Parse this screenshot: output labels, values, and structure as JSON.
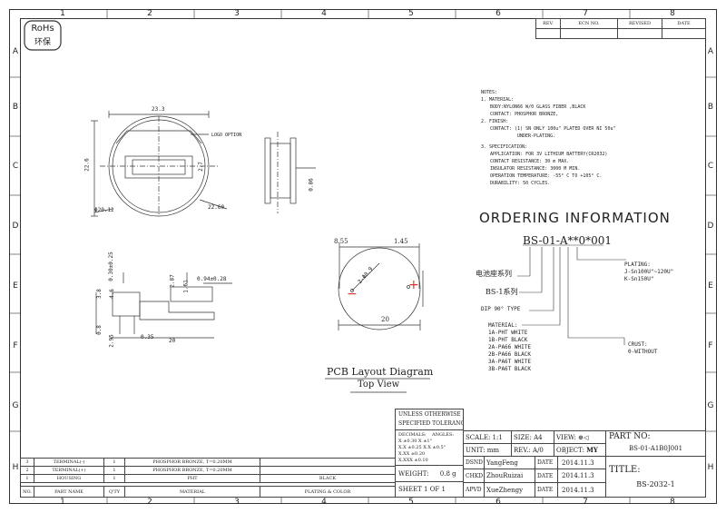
{
  "zones": {
    "cols": [
      "1",
      "2",
      "3",
      "4",
      "5",
      "6",
      "7",
      "8"
    ],
    "rows": [
      "A",
      "B",
      "C",
      "D",
      "E",
      "F",
      "G",
      "H"
    ]
  },
  "logo": {
    "line1": "RoHs",
    "line2": "环保"
  },
  "revision_block": {
    "headers": [
      "REV.",
      "ECN NO.",
      "REVISED",
      "DATE"
    ]
  },
  "notes": {
    "title": "NOTES:",
    "lines": [
      "1. MATERIAL:",
      "BODY:NYLON66 W/0 GLASS FIBER          ,BLACK",
      "CONTACT: PHOSPHOR BRONZE,",
      "2. FINISH:",
      "CONTACT: (1) SN ONLY 100u\" PLATED OVER NI 50u\"",
      "UNDER-PLATING.",
      "3. SPECIFICATION:",
      "APPLICATION: FOR 3V LITHIUM BATTERY(CR2032)",
      "CONTACT RESISTANCE:       30 m  MAX.",
      "INSULATOR RESISTANCE:     3000 M  MIN.",
      "OPERATION TEMPERATURE:     -55° C TO +105° C.",
      "DURABILITY: 50 CYCLES."
    ]
  },
  "ordering": {
    "title": "ORDERING INFORMATION",
    "part_code": "BS-01-A**0*001",
    "chinese_label": "电池座系列",
    "series_label": "BS-1系列",
    "dip_label": "DIP 90°  TYPE",
    "material_title": "MATERIAL:",
    "materials": [
      "1A-PHT WHITE",
      "1B-PHT BLACK",
      "2A-PA66 WHITE",
      "2B-PA66 BLACK",
      "3A-PA6T WHITE",
      "3B-PA6T BLACK"
    ],
    "plating_title": "PLATING:",
    "platings": [
      "J-Sn100U\"~120U\"",
      "K-Sn150U\""
    ],
    "crust_title": "CRUST:",
    "crusts": [
      "0-WITHOUT"
    ]
  },
  "top_view": {
    "dim_width": "23.3",
    "dim_height": "22.6",
    "dim_27": "2.7",
    "dim_phi": "Φ20.12",
    "dim_r": "22.60",
    "logo_option": "LOGO OPTION"
  },
  "side_view": {
    "dim_086": "0.86"
  },
  "section_view": {
    "dims": [
      "3.8",
      "4.6",
      "0.8",
      "2.95",
      "0.35",
      "20",
      "2.87",
      "1.61",
      "0.94±0.28",
      "0.30±0.25"
    ]
  },
  "pcb_layout": {
    "title": "PCB Layout Diagram",
    "subtitle": "Top View",
    "dim_left": "8.55",
    "dim_right": "1.45",
    "dim_bottom": "20",
    "dim_hole": "2-Φ0.9",
    "minus": "−",
    "plus": "+"
  },
  "bom": {
    "rows": [
      [
        "3",
        "TERMINAL(-)",
        "1",
        "PHOSPHOR BRONZE, T=0.20MM",
        ""
      ],
      [
        "2",
        "TERMINAL(+)",
        "1",
        "PHOSPHOR BRONZE, T=0.20MM",
        ""
      ],
      [
        "1",
        "HOUSING",
        "1",
        "PHT",
        "BLACK"
      ]
    ],
    "header": [
      "NO.",
      "PART NAME",
      "Q'TY",
      "MATERIAL",
      "PLATING & COLOR"
    ]
  },
  "title_block": {
    "tolerance_title1": "UNLESS OTHERWISE",
    "tolerance_title2": "SPECIFIED TOLERANCES",
    "decimals_label": "DECIMALS:",
    "angles_label": "ANGLES:",
    "tol_rows": [
      "X     ±0.30   X    ±1°",
      "X.X   ±0.25   X.X  ±0.5°",
      "X.XX  ±0.20",
      "X.XXX ±0.10"
    ],
    "weight_label": "WEIGHT:",
    "weight_value": "0.8 g",
    "sheet": "SHEET 1 OF 1",
    "scale": "SCALE: 1:1",
    "size": "SIZE: A4",
    "view_label": "VIEW:",
    "view_symbol": "⊕◁",
    "unit": "UNIT: mm",
    "rev": "REV.: A/0",
    "object_label": "OBJECT:",
    "object_value": "MY",
    "dsnd": "DSND",
    "dsnd_name": "YangFeng",
    "chkd": "CHKD",
    "chkd_name": "ZhouRuizai",
    "apvd": "APVD",
    "apvd_name": "XueZhengy",
    "date_label": "DATE",
    "date_value": "2014.11.3",
    "part_no_label": "PART NO:",
    "part_no_value": "BS-01-A1B0J001",
    "title_label": "TITLE:",
    "title_value": "BS-2032-1"
  },
  "colors": {
    "line": "#333333",
    "minus_mark": "#d9332b",
    "plus_mark": "#d9332b",
    "watermark": "#9bb5e0"
  }
}
